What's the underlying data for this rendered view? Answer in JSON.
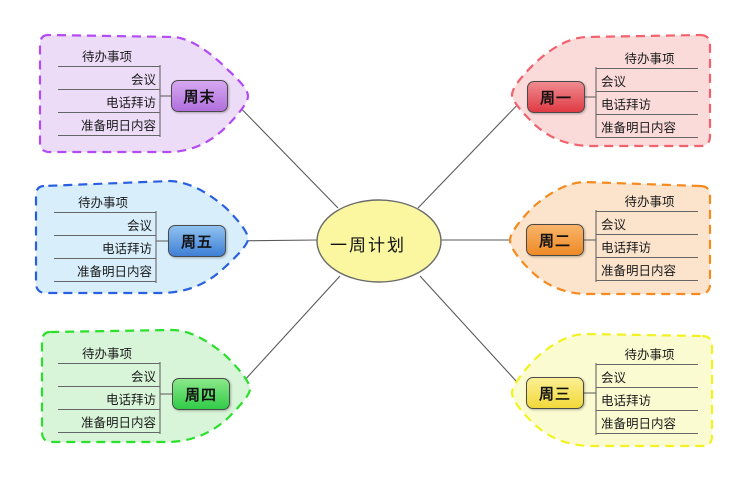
{
  "diagram": {
    "type": "mind-map",
    "center": {
      "label": "一周计划",
      "fill": "#faf7a0",
      "stroke": "#6b6b6b"
    },
    "subitem_header": "待办事项",
    "branches": [
      {
        "id": "weekend",
        "label": "周末",
        "side": "left",
        "cloud_fill": "#eddcf8",
        "cloud_stroke": "#b34bf2",
        "box_fill_top": "#d6a8f0",
        "box_fill_bottom": "#b06fdd",
        "items": [
          "待办事项",
          "会议",
          "电话拜访",
          "准备明日内容"
        ]
      },
      {
        "id": "friday",
        "label": "周五",
        "side": "left",
        "cloud_fill": "#d8eefb",
        "cloud_stroke": "#2a5fe0",
        "box_fill_top": "#8fc2f0",
        "box_fill_bottom": "#3f7fd6",
        "items": [
          "待办事项",
          "会议",
          "电话拜访",
          "准备明日内容"
        ]
      },
      {
        "id": "thursday",
        "label": "周四",
        "side": "left",
        "cloud_fill": "#d9f5d9",
        "cloud_stroke": "#2ae02a",
        "box_fill_top": "#8ae88a",
        "box_fill_bottom": "#31cc47",
        "items": [
          "待办事项",
          "会议",
          "电话拜访",
          "准备明日内容"
        ]
      },
      {
        "id": "monday",
        "label": "周一",
        "side": "right",
        "cloud_fill": "#fbdada",
        "cloud_stroke": "#f2626e",
        "box_fill_top": "#ef8b90",
        "box_fill_bottom": "#e03b44",
        "items": [
          "待办事项",
          "会议",
          "电话拜访",
          "准备明日内容"
        ]
      },
      {
        "id": "tuesday",
        "label": "周二",
        "side": "right",
        "cloud_fill": "#fbe3cc",
        "cloud_stroke": "#f58a1f",
        "box_fill_top": "#f8b469",
        "box_fill_bottom": "#ef8a26",
        "items": [
          "待办事项",
          "会议",
          "电话拜访",
          "准备明日内容"
        ]
      },
      {
        "id": "wednesday",
        "label": "周三",
        "side": "right",
        "cloud_fill": "#fbfbd2",
        "cloud_stroke": "#f2f222",
        "box_fill_top": "#fbf093",
        "box_fill_bottom": "#f2d83a",
        "items": [
          "待办事项",
          "会议",
          "电话拜访",
          "准备明日内容"
        ]
      }
    ]
  }
}
